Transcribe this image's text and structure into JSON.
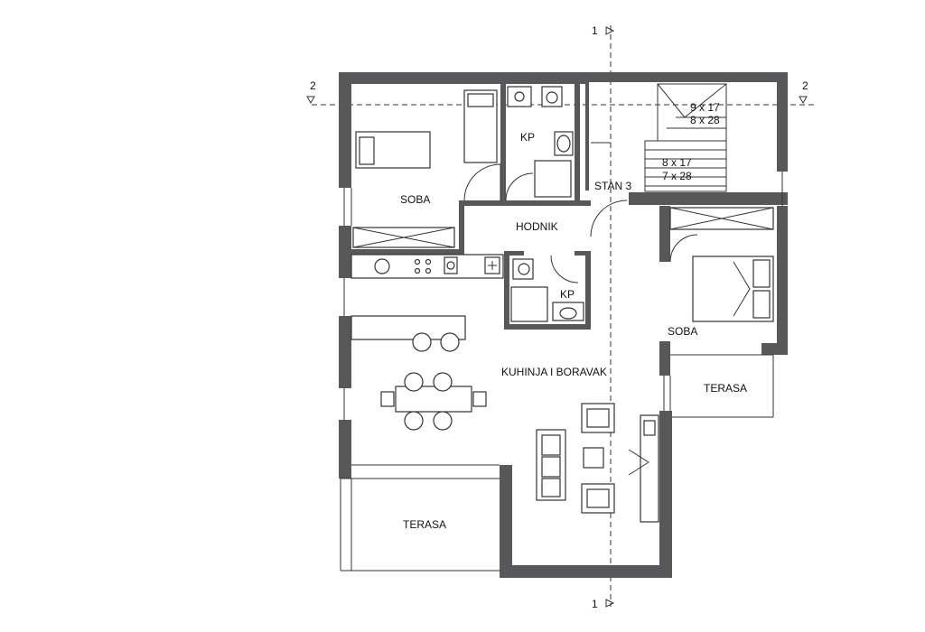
{
  "plan": {
    "rooms": {
      "soba_left": "SOBA",
      "kp_top": "KP",
      "stan": "STAN 3",
      "hodnik": "HODNIK",
      "kp_mid": "KP",
      "soba_right": "SOBA",
      "kuhinja": "KUHINJA I BORAVAK",
      "terasa_right": "TERASA",
      "terasa_bottom": "TERASA"
    },
    "stairs": {
      "upper_1": "9 x 17",
      "upper_2": "8 x 28",
      "lower_1": "8 x 17",
      "lower_2": "7 x 28"
    },
    "section_marks": {
      "section_1_top": "1",
      "section_1_bottom": "1",
      "section_2_left": "2",
      "section_2_right": "2"
    }
  },
  "colors": {
    "wall": "#58585a",
    "line": "#333333",
    "background": "#ffffff"
  }
}
